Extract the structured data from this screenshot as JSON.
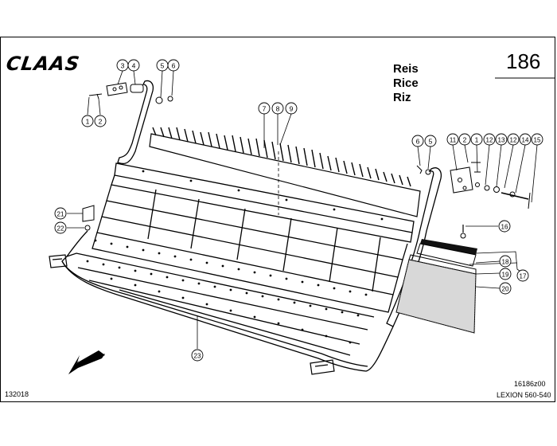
{
  "header": {
    "brand": "CLAAS",
    "page_number": "186",
    "crop_names": [
      "Reis",
      "Rice",
      "Riz"
    ]
  },
  "footer": {
    "drawing_number": "16186z00",
    "model": "LEXION 560-540",
    "document_number": "132018"
  },
  "callouts": [
    "1",
    "2",
    "3",
    "4",
    "5",
    "6",
    "7",
    "8",
    "9",
    "6",
    "5",
    "11",
    "2",
    "1",
    "12",
    "13",
    "12",
    "14",
    "15",
    "16",
    "17",
    "18",
    "19",
    "20",
    "21",
    "22",
    "23"
  ]
}
